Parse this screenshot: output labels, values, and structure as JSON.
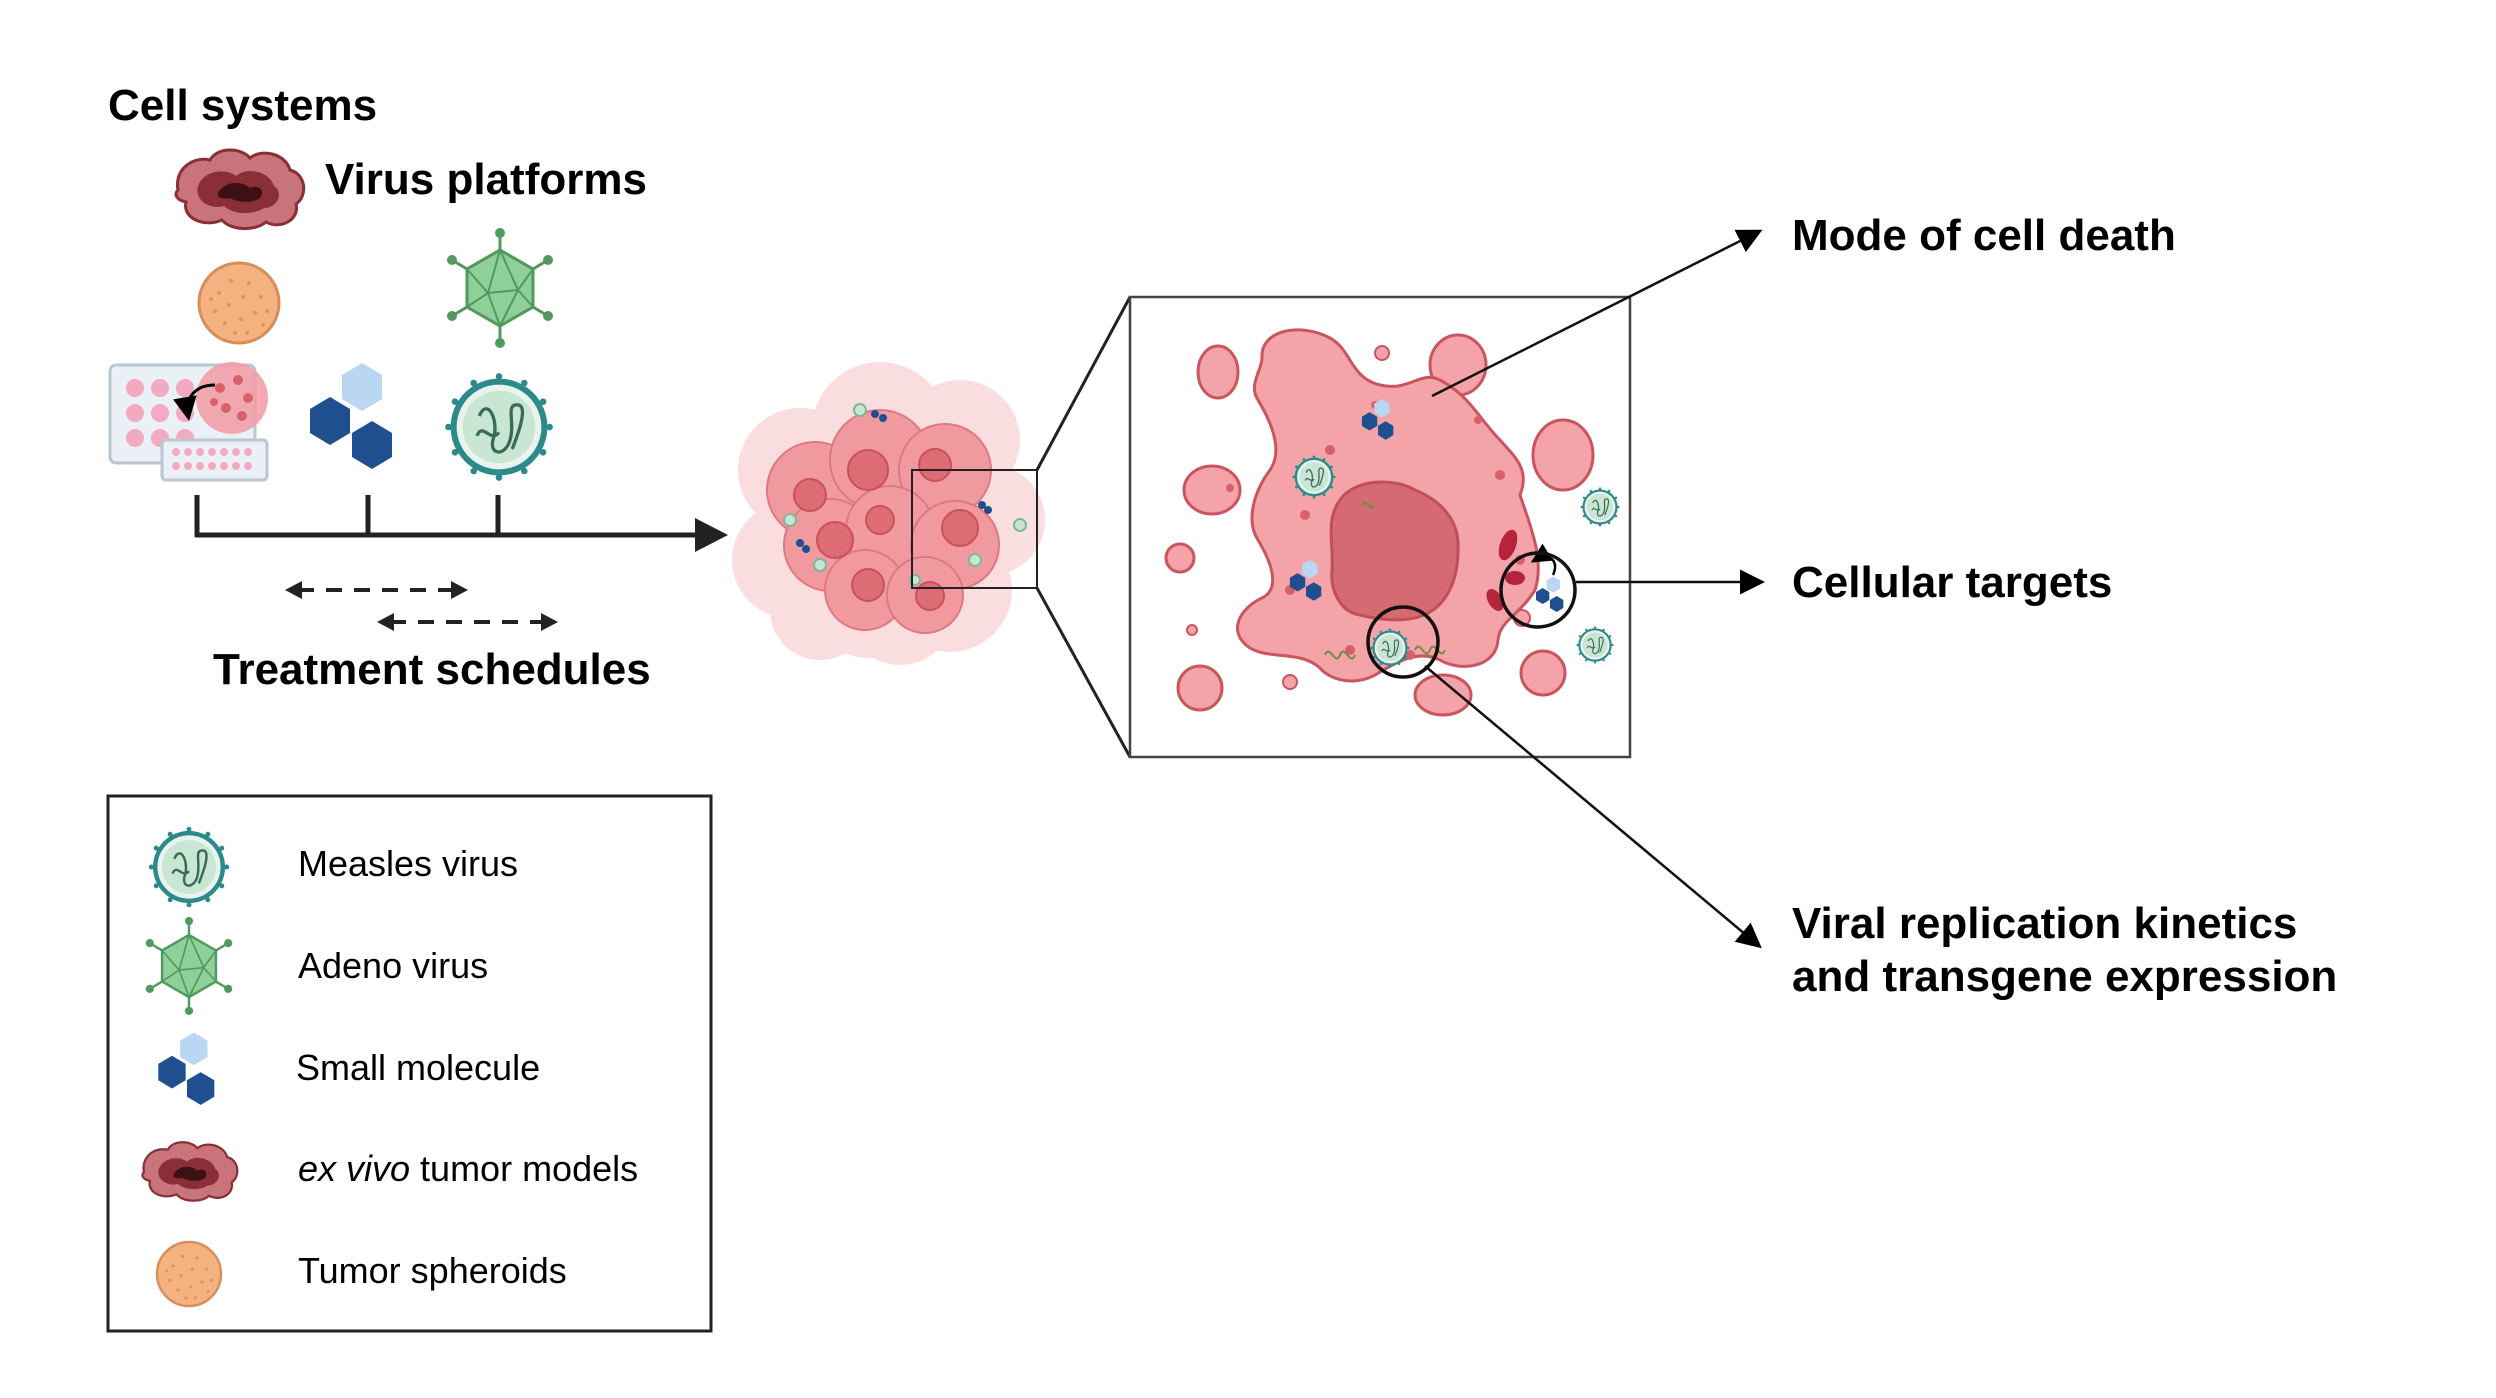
{
  "headings": {
    "cell_systems": "Cell systems",
    "virus_platforms": "Virus platforms",
    "treatment_schedules": "Treatment schedules",
    "mode_of_cell_death": "Mode of cell death",
    "cellular_targets": "Cellular targets",
    "viral_replication_line1": "Viral replication kinetics",
    "viral_replication_line2": "and transgene expression"
  },
  "legend": {
    "measles": "Measles virus",
    "adeno": "Adeno virus",
    "small_molecule": "Small molecule",
    "ex_vivo_italic": "ex vivo",
    "ex_vivo_rest": " tumor models",
    "spheroids": "Tumor spheroids"
  },
  "icons": {
    "measles": "measles-virus-icon",
    "adeno": "adeno-virus-icon",
    "small_molecule": "small-molecule-icon",
    "ex_vivo": "ex-vivo-tumor-icon",
    "spheroid": "tumor-spheroid-icon",
    "well_plate": "well-plate-icon"
  },
  "colors": {
    "cell_pink": "#f4a3a8",
    "cell_outline": "#c9555e",
    "nucleus": "#d46a72",
    "measles_green": "#c9e6d3",
    "measles_teal": "#2d8a8a",
    "adeno_green": "#8fcf9a",
    "adeno_dark": "#4f9a5c",
    "molecule_dark": "#1f4f8f",
    "molecule_light": "#b9d6f2",
    "tumor_dark": "#5a1e22",
    "tumor_mid": "#b5484f",
    "spheroid_orange": "#f3b27f"
  }
}
